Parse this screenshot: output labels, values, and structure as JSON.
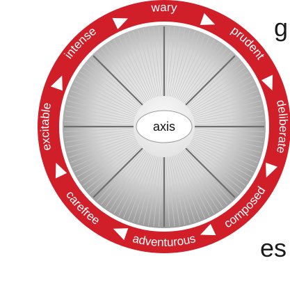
{
  "diagram": {
    "center_label": "axis",
    "ring_labels": [
      "wary",
      "prudent",
      "deliberate",
      "composed",
      "adventurous",
      "carefree",
      "excitable",
      "intense"
    ],
    "fragments": {
      "top": "g",
      "bottom": "es"
    },
    "colors": {
      "ring": "#d11f2a",
      "hub_light": "#f7f7f7",
      "hub_dark": "#8c8c8c",
      "spoke_light": "#c8c8c8",
      "spoke_dark": "#6e6e6e",
      "label": "#ffffff",
      "center_fill": "#ffffff"
    }
  }
}
